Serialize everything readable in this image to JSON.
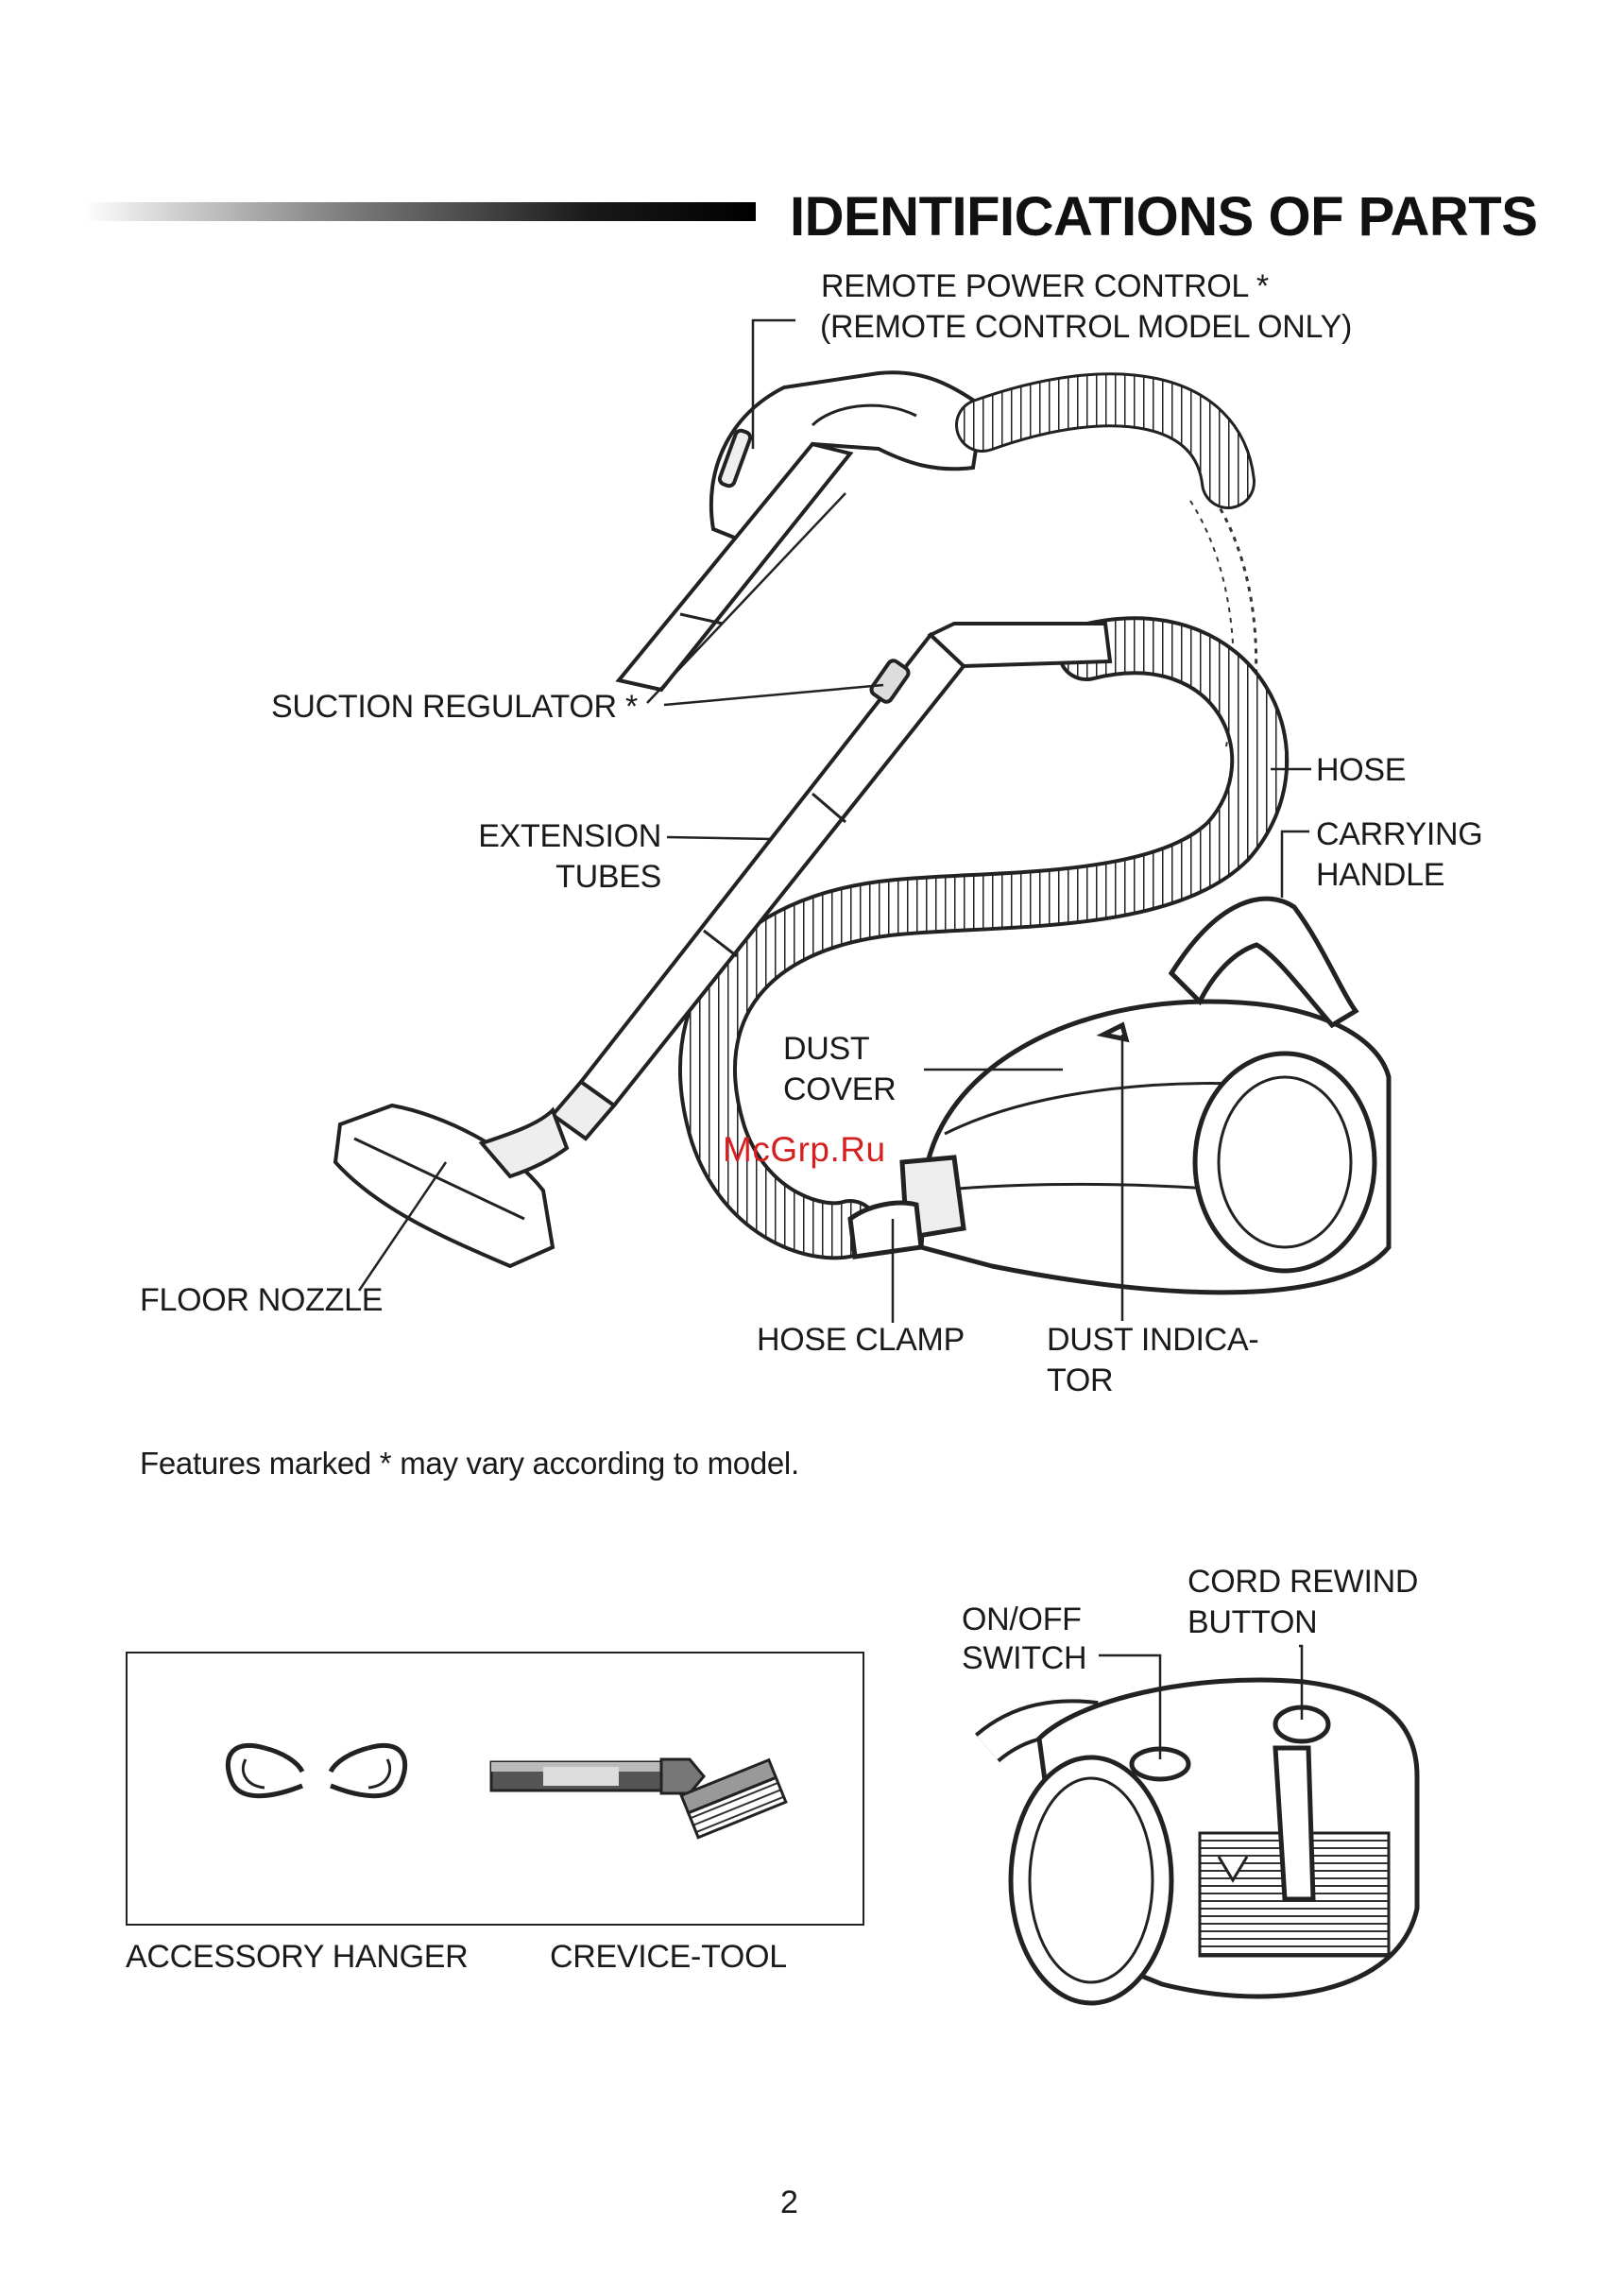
{
  "title": "IDENTIFICATIONS OF PARTS",
  "labels": {
    "remote_power_control_1": "REMOTE POWER CONTROL *",
    "remote_power_control_2": "(REMOTE CONTROL MODEL ONLY)",
    "suction_regulator": "SUCTION REGULATOR *",
    "extension_tubes_1": "EXTENSION",
    "extension_tubes_2": "TUBES",
    "hose": "HOSE",
    "carrying_handle_1": "CARRYING",
    "carrying_handle_2": "HANDLE",
    "dust_cover_1": "DUST",
    "dust_cover_2": "COVER",
    "floor_nozzle": "FLOOR NOZZLE",
    "hose_clamp": "HOSE CLAMP",
    "dust_indicator_1": "DUST INDICA-",
    "dust_indicator_2": "TOR",
    "on_off_switch_1": "ON/OFF",
    "on_off_switch_2": "SWITCH",
    "cord_rewind_button_1": "CORD REWIND",
    "cord_rewind_button_2": "BUTTON",
    "accessory_hanger": "ACCESSORY HANGER",
    "crevice_tool": "CREVICE-TOOL"
  },
  "note": "Features marked * may vary according to model.",
  "watermark": "McGrp.Ru",
  "page_number": "2"
}
